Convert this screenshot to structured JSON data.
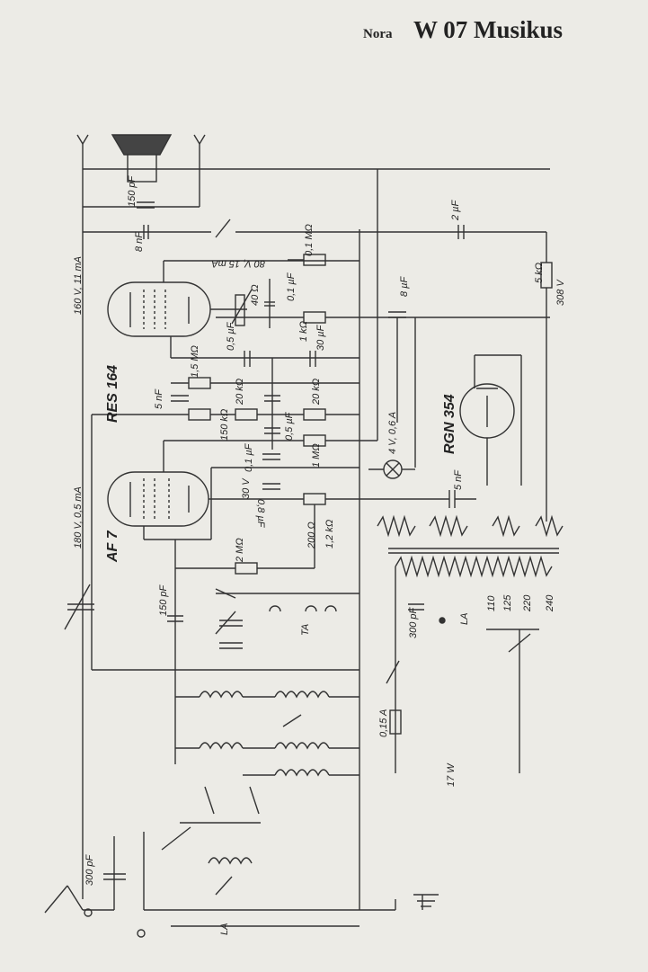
{
  "header": {
    "brand": "Nora",
    "model": "W 07 Musikus"
  },
  "tubes": [
    {
      "name": "RES 164",
      "rating": "160 V, 11 mA"
    },
    {
      "name": "AF 7",
      "rating": "180 V, 0,5 mA"
    },
    {
      "name": "RGN 354"
    }
  ],
  "labels": {
    "c150pF_top": "150 pF",
    "c8nF": "8 nF",
    "r01M": "0,1 MΩ",
    "v80": "80 V, 15 mA",
    "pot40": "40 Ω",
    "c01uF": "0,1 µF",
    "c2uF": "2 µF",
    "r5k": "5 kΩ",
    "v308": "308 V",
    "c8uF": "8 µF",
    "r1k": "1 kΩ",
    "c30uF": "30 µF",
    "c05a": "0,5 µF",
    "r15M": "1,5 MΩ",
    "c5nF_l": "5 nF",
    "r20a": "20 kΩ",
    "r20b": "20 kΩ",
    "r150k": "150 kΩ",
    "c05b": "0,5 µF",
    "lamp": "4 V, 0,6 A",
    "r1M": "1 MΩ",
    "c01b": "0,1 µF",
    "v30": "30 V",
    "c5nF_r": "5 nF",
    "c08": "0,8 µF",
    "r200": "200 Ω",
    "r12k": "1,2 kΩ",
    "r2M": "2 MΩ",
    "c150pF": "150 pF",
    "ta": "TA",
    "c300pF_mid": "300 pF",
    "la_mid": "LA",
    "mains": [
      "110",
      "125",
      "220",
      "240"
    ],
    "fuse": "0,15 A",
    "power": "17 W",
    "c300pF_ant": "300 pF",
    "la_bot": "LA"
  }
}
